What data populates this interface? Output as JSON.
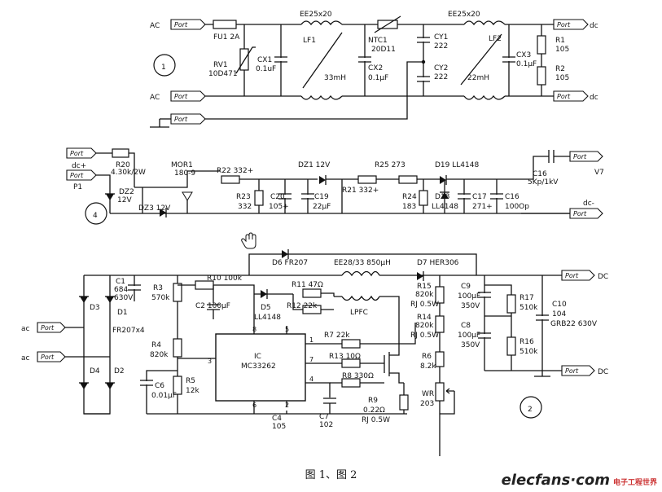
{
  "caption": "图 1、图 2",
  "logo": {
    "text": "elecfans·com",
    "subtitle": "电子工程世界"
  },
  "fig1": {
    "ports": [
      "Port",
      "Port",
      "Port",
      "Port",
      "Port"
    ],
    "port_tags": [
      "AC",
      "AC",
      "dc",
      "dc"
    ],
    "fuse": "FU1 2A",
    "rv1": [
      "RV1",
      "10D471"
    ],
    "cx1": [
      "CX1",
      "0.1uF"
    ],
    "lf1": [
      "EE25x20",
      "LF1",
      "33mH"
    ],
    "ntc": [
      "NTC1",
      "20D11"
    ],
    "cx2": [
      "CX2",
      "0.1μF"
    ],
    "cy1": [
      "CY1",
      "222"
    ],
    "cy2": [
      "CY2",
      "222"
    ],
    "lf2": [
      "EE25x20",
      "LF2",
      "22mH"
    ],
    "cx3": [
      "CX3",
      "0.1μF"
    ],
    "r1": [
      "R1",
      "105"
    ],
    "r2": [
      "R2",
      "105"
    ],
    "badge": "1"
  },
  "fig4": {
    "ports": [
      "Port",
      "Port",
      "Port",
      "Port"
    ],
    "port_tags": [
      "dc+",
      "P1",
      "V7",
      "dc-"
    ],
    "r20": [
      "R20",
      "4.30k/2W"
    ],
    "mov": [
      "MOR1",
      "180-9"
    ],
    "r22": "R22  332+",
    "dz1": "DZ1  12V",
    "r25": "R25  273",
    "d19": "D19  LL4148",
    "dz2": [
      "DZ2",
      "12V"
    ],
    "dz3": "DZ3  12V",
    "r23": [
      "R23",
      "332"
    ],
    "c20": [
      "C20",
      "105+"
    ],
    "c19": [
      "C19",
      "22μF"
    ],
    "r21": "R21  332+",
    "r24": [
      "R24",
      "183"
    ],
    "d18": [
      "D18",
      "LL4148"
    ],
    "c17": [
      "C17",
      "271+"
    ],
    "c16": [
      "C16",
      "100Op"
    ],
    "c15": [
      "C16",
      "5Kp/1kV"
    ],
    "badge": "4"
  },
  "fig2": {
    "ports": [
      "Port",
      "Port",
      "Port",
      "Port"
    ],
    "port_tags": [
      "ac",
      "ac",
      "DC",
      "DC"
    ],
    "d6": "D6  FR207",
    "lpfc_core": "EE28/33  850μH",
    "d7": "D7  HER306",
    "c1": [
      "C1",
      "684",
      "630V"
    ],
    "d1": [
      "D1",
      "FR207x4"
    ],
    "d3": "D3",
    "d4": "D4",
    "d2": "D2",
    "r3": [
      "R3",
      "570k"
    ],
    "r10": "R10  100k",
    "c2": "C2  100μF",
    "d5": [
      "D5",
      "LL4148"
    ],
    "r11": "R11  47Ω",
    "r12": "R12  22k",
    "lpfc": "LPFC",
    "r15": [
      "R15",
      "820k",
      "RJ  0.5W"
    ],
    "r14": [
      "R14",
      "820k",
      "RJ  0.5W"
    ],
    "c9": [
      "C9",
      "100μF",
      "350V"
    ],
    "c8": [
      "C8",
      "100μF",
      "350V"
    ],
    "r17": [
      "R17",
      "510k"
    ],
    "r16": [
      "R16",
      "510k"
    ],
    "c10": [
      "C10",
      "104",
      "GRB22 630V"
    ],
    "r4": [
      "R4",
      "820k"
    ],
    "r5": [
      "R5",
      "12k"
    ],
    "c6": [
      "C6",
      "0.01μF"
    ],
    "ic": [
      "IC",
      "MC33262"
    ],
    "pins": [
      "8",
      "5",
      "1",
      "7",
      "4",
      "3",
      "6",
      "2"
    ],
    "r7": "R7  22k",
    "r13": "R13  10Ω",
    "r8": "R8  330Ω",
    "c4": [
      "C4",
      "105"
    ],
    "c7": [
      "C7",
      "102"
    ],
    "r9": [
      "R9",
      "0.22Ω",
      "RJ  0.5W"
    ],
    "r6": [
      "R6",
      "8.2k"
    ],
    "wr": [
      "WR",
      "203"
    ],
    "badge": "2"
  }
}
